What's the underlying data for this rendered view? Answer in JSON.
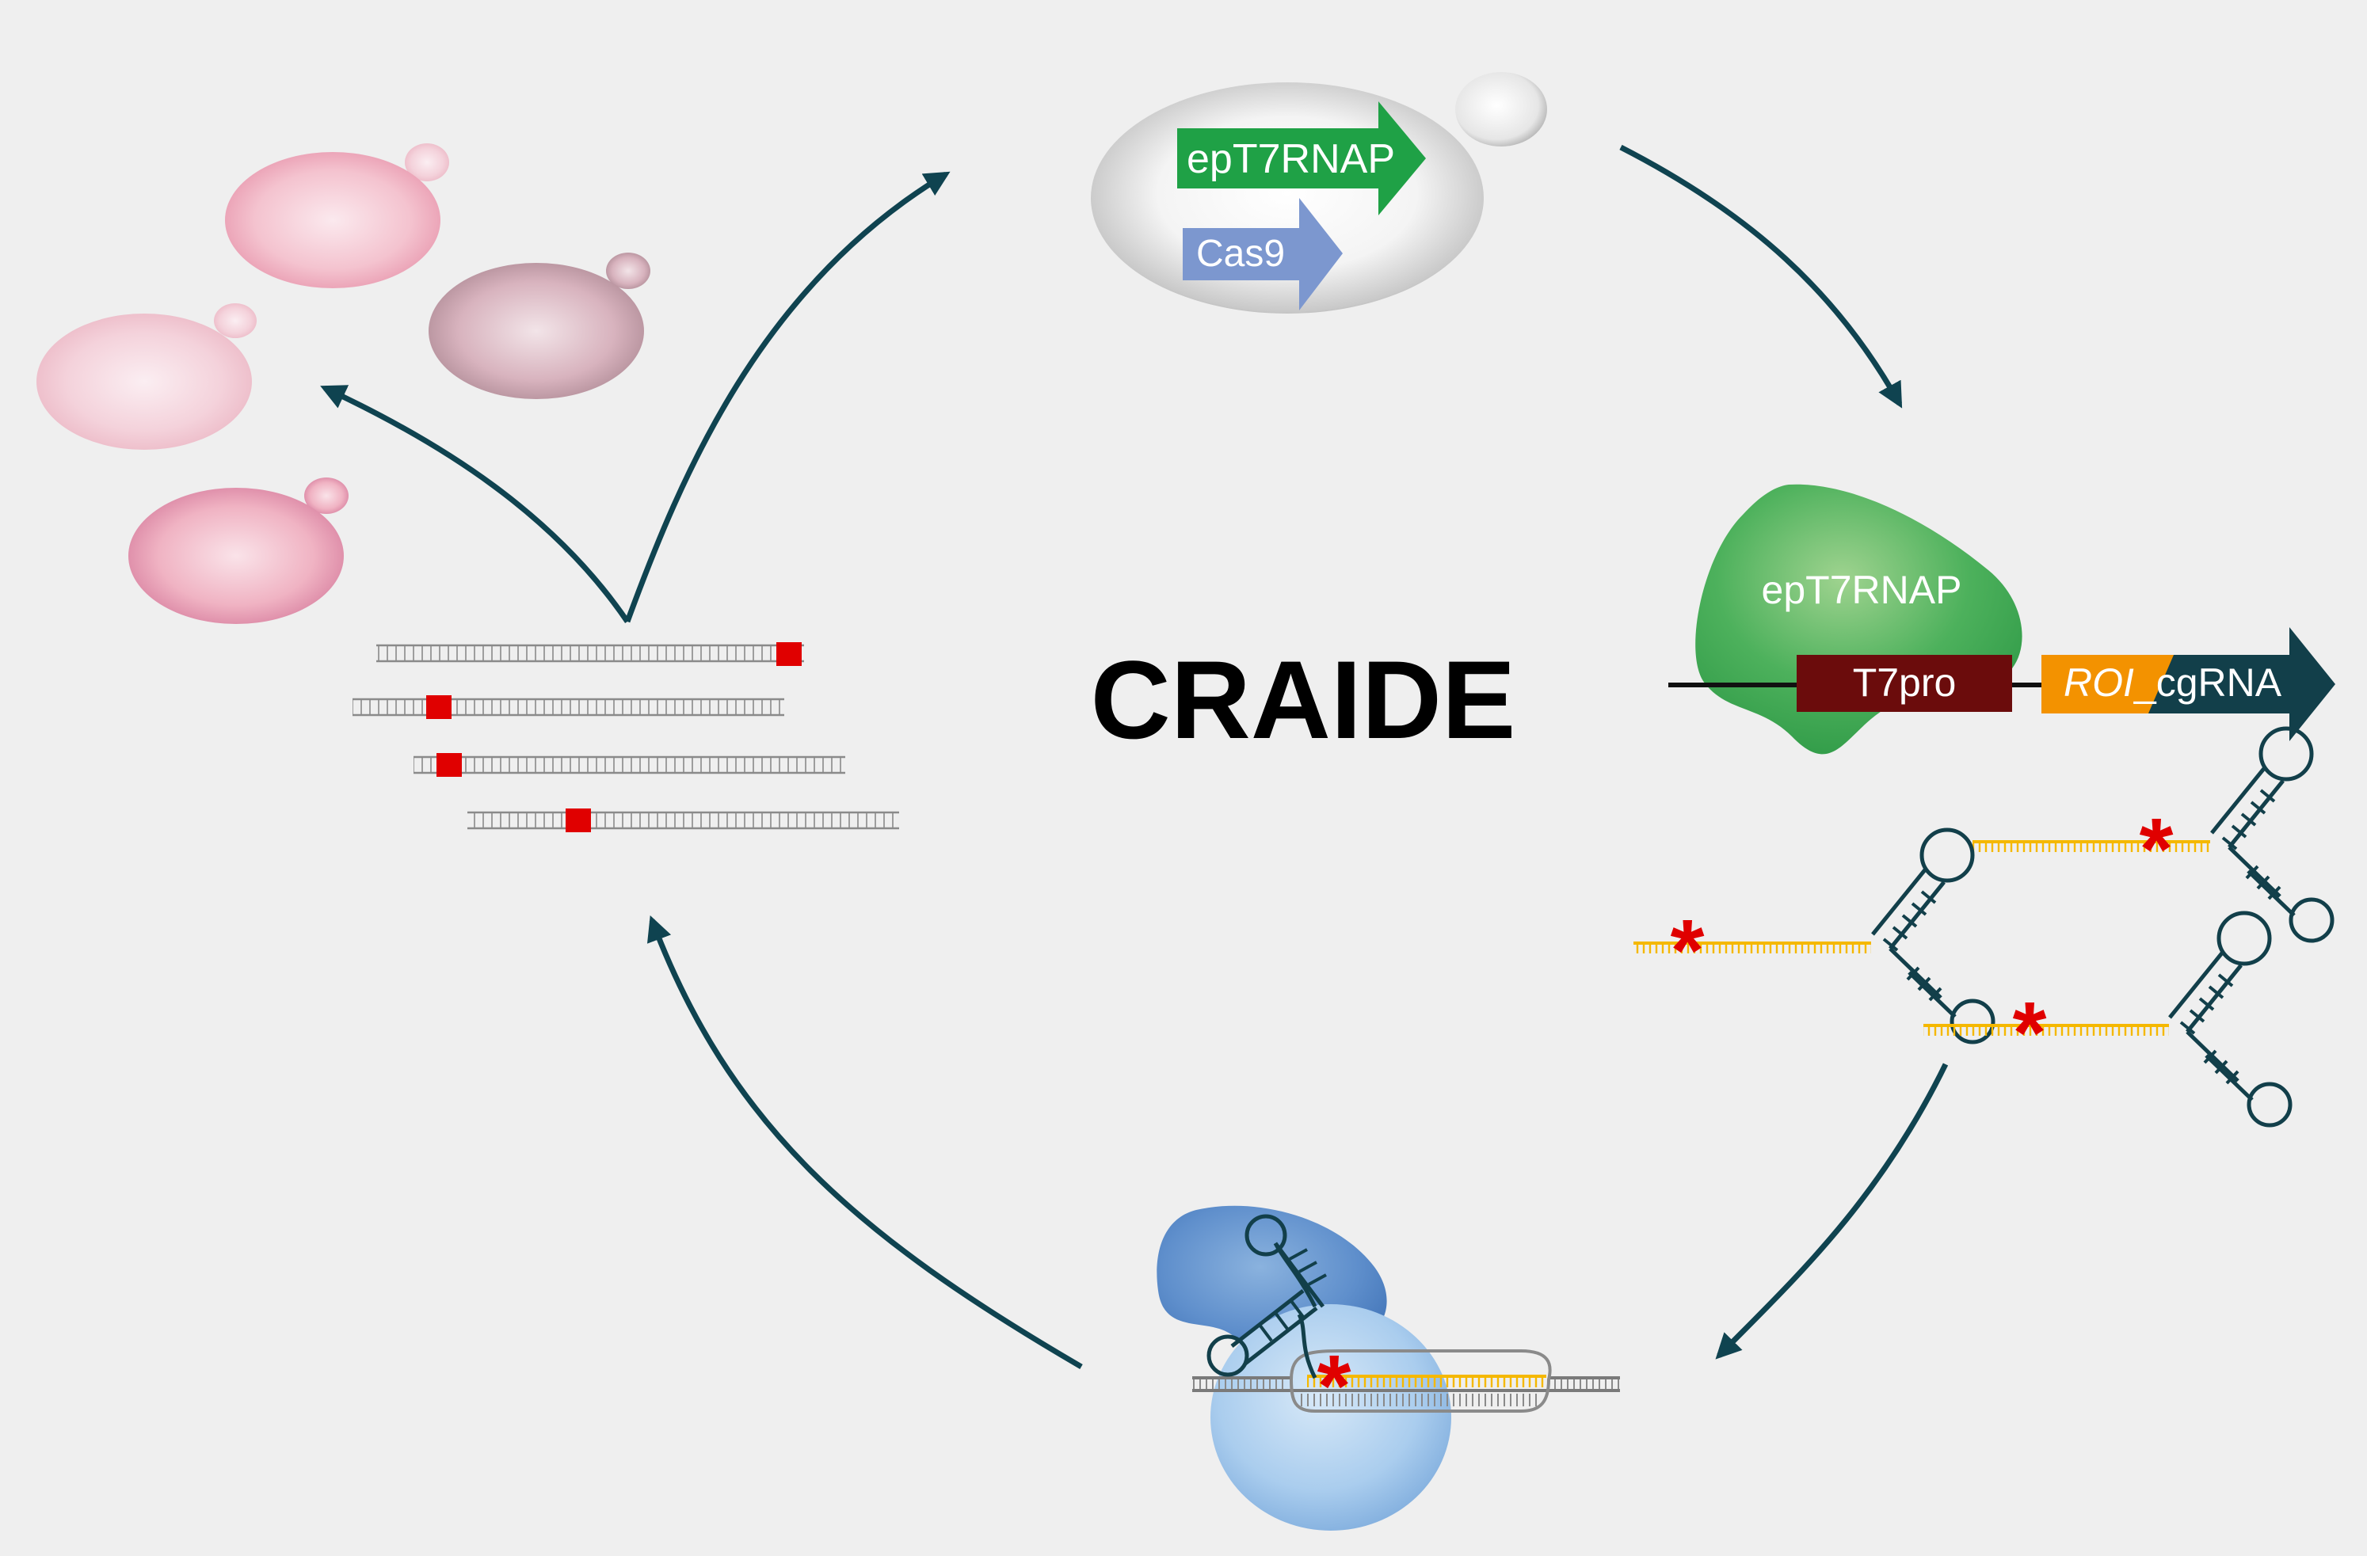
{
  "title": "CRAIDE",
  "plasmid_cell": {
    "gene_1": "epT7RNAP",
    "gene_2": "Cas9"
  },
  "transcription": {
    "polymerase": "epT7RNAP",
    "promoter": "T7pro",
    "target_region": "ROI",
    "target_suffix": "_cgRNA"
  },
  "colors": {
    "arrow": "#0f4350",
    "epT7RNAP": "#1fa146",
    "cas9": "#7c97cf",
    "promoter": "#6b0c0c",
    "roi": "#f39200",
    "cgrna": "#123f4a",
    "mutation": "#e00000",
    "rna_strand": "#f5b800"
  }
}
